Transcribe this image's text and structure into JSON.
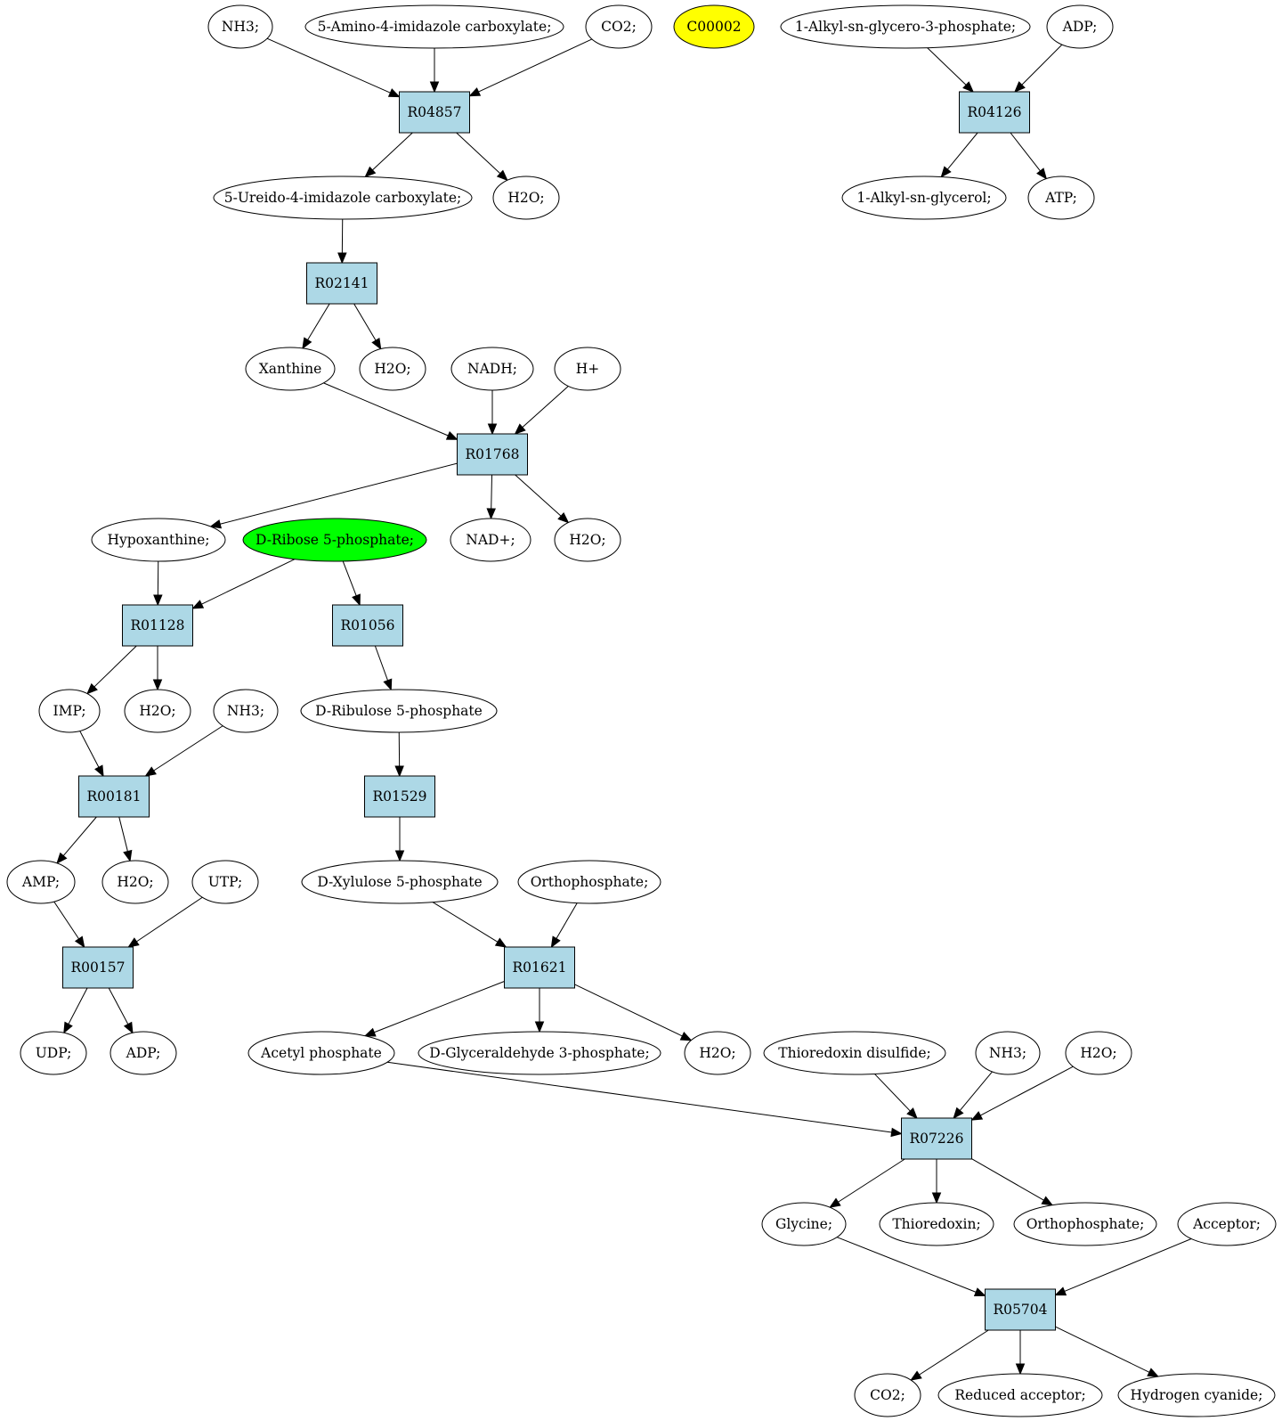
{
  "colors": {
    "reaction_fill": "#add8e6",
    "compound_fill": "#ffffff",
    "highlight_yellow": "#ffff00",
    "highlight_green": "#00ff00",
    "stroke": "#000000"
  },
  "nodes": [
    {
      "id": "nh3_1",
      "label": "NH3;",
      "kind": "compound"
    },
    {
      "id": "amino_imid",
      "label": "5-Amino-4-imidazole carboxylate;",
      "kind": "compound"
    },
    {
      "id": "co2_1",
      "label": "CO2;",
      "kind": "compound"
    },
    {
      "id": "c00002",
      "label": "C00002",
      "kind": "compound",
      "fill": "highlight_yellow"
    },
    {
      "id": "alkyl_gp",
      "label": "1-Alkyl-sn-glycero-3-phosphate;",
      "kind": "compound"
    },
    {
      "id": "adp_1",
      "label": "ADP;",
      "kind": "compound"
    },
    {
      "id": "R04857",
      "label": "R04857",
      "kind": "reaction"
    },
    {
      "id": "R04126",
      "label": "R04126",
      "kind": "reaction"
    },
    {
      "id": "ureido",
      "label": "5-Ureido-4-imidazole carboxylate;",
      "kind": "compound"
    },
    {
      "id": "h2o_1",
      "label": "H2O;",
      "kind": "compound"
    },
    {
      "id": "alkyl_g",
      "label": "1-Alkyl-sn-glycerol;",
      "kind": "compound"
    },
    {
      "id": "atp_1",
      "label": "ATP;",
      "kind": "compound"
    },
    {
      "id": "R02141",
      "label": "R02141",
      "kind": "reaction"
    },
    {
      "id": "xanthine",
      "label": "Xanthine",
      "kind": "compound"
    },
    {
      "id": "h2o_2",
      "label": "H2O;",
      "kind": "compound"
    },
    {
      "id": "nadh",
      "label": "NADH;",
      "kind": "compound"
    },
    {
      "id": "hplus",
      "label": "H+",
      "kind": "compound"
    },
    {
      "id": "R01768",
      "label": "R01768",
      "kind": "reaction"
    },
    {
      "id": "hypoxanthine",
      "label": "Hypoxanthine;",
      "kind": "compound"
    },
    {
      "id": "ribose5p",
      "label": "D-Ribose 5-phosphate;",
      "kind": "compound",
      "fill": "highlight_green"
    },
    {
      "id": "nadplus",
      "label": "NAD+;",
      "kind": "compound"
    },
    {
      "id": "h2o_3",
      "label": "H2O;",
      "kind": "compound"
    },
    {
      "id": "R01128",
      "label": "R01128",
      "kind": "reaction"
    },
    {
      "id": "R01056",
      "label": "R01056",
      "kind": "reaction"
    },
    {
      "id": "imp",
      "label": "IMP;",
      "kind": "compound"
    },
    {
      "id": "h2o_4",
      "label": "H2O;",
      "kind": "compound"
    },
    {
      "id": "nh3_2",
      "label": "NH3;",
      "kind": "compound"
    },
    {
      "id": "ribulose5p",
      "label": "D-Ribulose 5-phosphate",
      "kind": "compound"
    },
    {
      "id": "R00181",
      "label": "R00181",
      "kind": "reaction"
    },
    {
      "id": "R01529",
      "label": "R01529",
      "kind": "reaction"
    },
    {
      "id": "amp",
      "label": "AMP;",
      "kind": "compound"
    },
    {
      "id": "h2o_5",
      "label": "H2O;",
      "kind": "compound"
    },
    {
      "id": "utp",
      "label": "UTP;",
      "kind": "compound"
    },
    {
      "id": "xylulose5p",
      "label": "D-Xylulose 5-phosphate",
      "kind": "compound"
    },
    {
      "id": "orthophos_1",
      "label": "Orthophosphate;",
      "kind": "compound"
    },
    {
      "id": "R00157",
      "label": "R00157",
      "kind": "reaction"
    },
    {
      "id": "R01621",
      "label": "R01621",
      "kind": "reaction"
    },
    {
      "id": "udp",
      "label": "UDP;",
      "kind": "compound"
    },
    {
      "id": "adp_2",
      "label": "ADP;",
      "kind": "compound"
    },
    {
      "id": "acetylp",
      "label": "Acetyl phosphate",
      "kind": "compound"
    },
    {
      "id": "g3p",
      "label": "D-Glyceraldehyde 3-phosphate;",
      "kind": "compound"
    },
    {
      "id": "h2o_6",
      "label": "H2O;",
      "kind": "compound"
    },
    {
      "id": "thiored_dis",
      "label": "Thioredoxin disulfide;",
      "kind": "compound"
    },
    {
      "id": "nh3_3",
      "label": "NH3;",
      "kind": "compound"
    },
    {
      "id": "h2o_7",
      "label": "H2O;",
      "kind": "compound"
    },
    {
      "id": "R07226",
      "label": "R07226",
      "kind": "reaction"
    },
    {
      "id": "glycine",
      "label": "Glycine;",
      "kind": "compound"
    },
    {
      "id": "thioredoxin",
      "label": "Thioredoxin;",
      "kind": "compound"
    },
    {
      "id": "orthophos_2",
      "label": "Orthophosphate;",
      "kind": "compound"
    },
    {
      "id": "acceptor",
      "label": "Acceptor;",
      "kind": "compound"
    },
    {
      "id": "R05704",
      "label": "R05704",
      "kind": "reaction"
    },
    {
      "id": "co2_2",
      "label": "CO2;",
      "kind": "compound"
    },
    {
      "id": "reduced_acc",
      "label": "Reduced acceptor;",
      "kind": "compound"
    },
    {
      "id": "hcn",
      "label": "Hydrogen cyanide;",
      "kind": "compound"
    }
  ],
  "edges": [
    [
      "nh3_1",
      "R04857"
    ],
    [
      "amino_imid",
      "R04857"
    ],
    [
      "co2_1",
      "R04857"
    ],
    [
      "R04857",
      "ureido"
    ],
    [
      "R04857",
      "h2o_1"
    ],
    [
      "alkyl_gp",
      "R04126"
    ],
    [
      "adp_1",
      "R04126"
    ],
    [
      "R04126",
      "alkyl_g"
    ],
    [
      "R04126",
      "atp_1"
    ],
    [
      "ureido",
      "R02141"
    ],
    [
      "R02141",
      "xanthine"
    ],
    [
      "R02141",
      "h2o_2"
    ],
    [
      "xanthine",
      "R01768"
    ],
    [
      "nadh",
      "R01768"
    ],
    [
      "hplus",
      "R01768"
    ],
    [
      "R01768",
      "hypoxanthine"
    ],
    [
      "R01768",
      "nadplus"
    ],
    [
      "R01768",
      "h2o_3"
    ],
    [
      "hypoxanthine",
      "R01128"
    ],
    [
      "ribose5p",
      "R01128"
    ],
    [
      "ribose5p",
      "R01056"
    ],
    [
      "R01128",
      "imp"
    ],
    [
      "R01128",
      "h2o_4"
    ],
    [
      "R01056",
      "ribulose5p"
    ],
    [
      "imp",
      "R00181"
    ],
    [
      "nh3_2",
      "R00181"
    ],
    [
      "ribulose5p",
      "R01529"
    ],
    [
      "R00181",
      "amp"
    ],
    [
      "R00181",
      "h2o_5"
    ],
    [
      "R01529",
      "xylulose5p"
    ],
    [
      "amp",
      "R00157"
    ],
    [
      "utp",
      "R00157"
    ],
    [
      "xylulose5p",
      "R01621"
    ],
    [
      "orthophos_1",
      "R01621"
    ],
    [
      "R00157",
      "udp"
    ],
    [
      "R00157",
      "adp_2"
    ],
    [
      "R01621",
      "acetylp"
    ],
    [
      "R01621",
      "g3p"
    ],
    [
      "R01621",
      "h2o_6"
    ],
    [
      "acetylp",
      "R07226"
    ],
    [
      "thiored_dis",
      "R07226"
    ],
    [
      "nh3_3",
      "R07226"
    ],
    [
      "h2o_7",
      "R07226"
    ],
    [
      "R07226",
      "glycine"
    ],
    [
      "R07226",
      "thioredoxin"
    ],
    [
      "R07226",
      "orthophos_2"
    ],
    [
      "glycine",
      "R05704"
    ],
    [
      "acceptor",
      "R05704"
    ],
    [
      "R05704",
      "co2_2"
    ],
    [
      "R05704",
      "reduced_acc"
    ],
    [
      "R05704",
      "hcn"
    ]
  ]
}
